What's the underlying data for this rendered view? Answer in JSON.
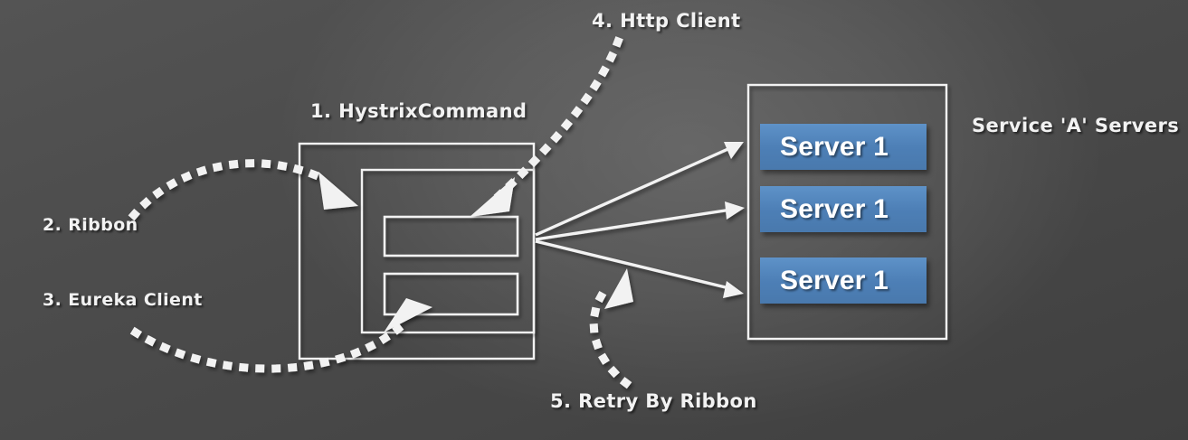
{
  "diagram": {
    "title_label": "1. HystrixCommand",
    "annotations": [
      {
        "id": "http-client",
        "text": "4. Http Client"
      },
      {
        "id": "ribbon",
        "text": "2. Ribbon"
      },
      {
        "id": "eureka",
        "text": "3. Eureka Client"
      },
      {
        "id": "retry",
        "text": "5. Retry By Ribbon"
      },
      {
        "id": "service-a",
        "text": "Service 'A' Servers"
      }
    ],
    "servers": [
      {
        "label": "Server 1"
      },
      {
        "label": "Server 1"
      },
      {
        "label": "Server 1"
      }
    ],
    "colors": {
      "background": "#4b4b4b",
      "stroke": "#f2f2f2",
      "server_fill": "#4d7fb6",
      "text": "#f2f2f2"
    }
  }
}
